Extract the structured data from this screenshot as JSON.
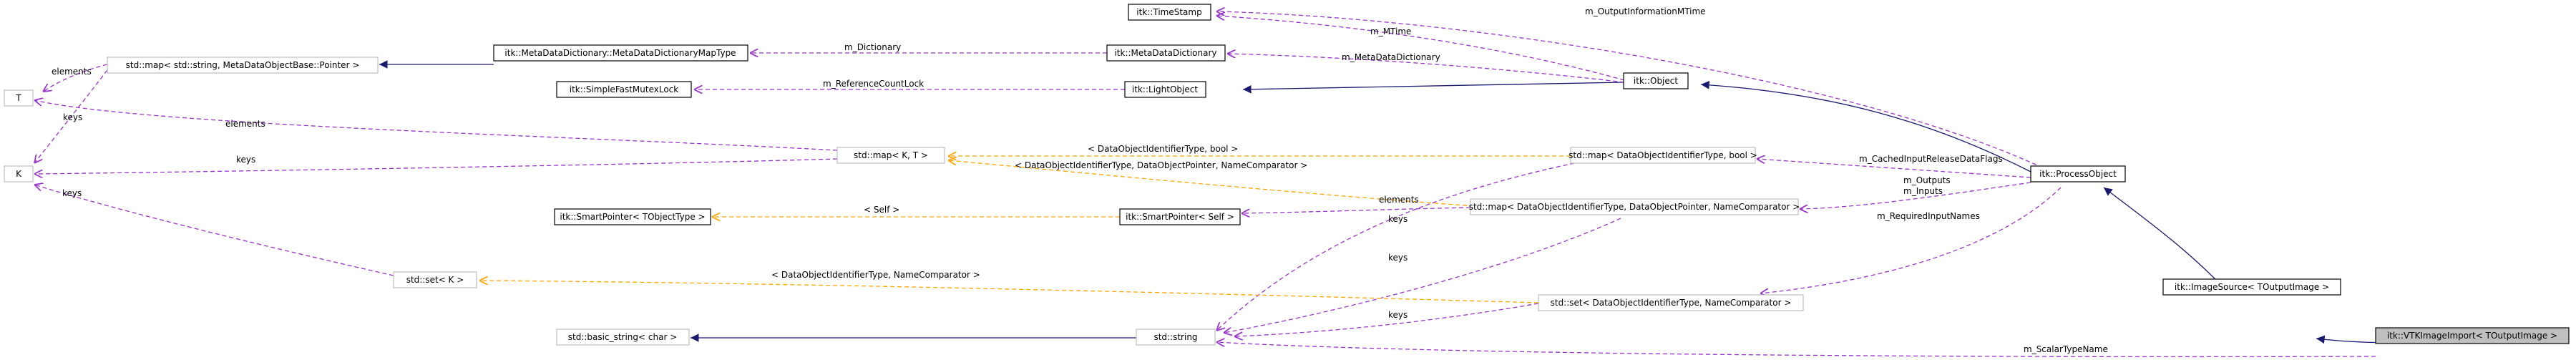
{
  "colors": {
    "inheritance": "#191970",
    "usage": "#9a32cd",
    "template": "#ffa500",
    "weak_border": "#bfbfbf",
    "focus_fill": "#bfbfbf"
  },
  "nodes": {
    "vtk_image_import": "itk::VTKImageImport< TOutputImage >",
    "image_source": "itk::ImageSource< TOutputImage >",
    "process_object": "itk::ProcessObject",
    "object": "itk::Object",
    "light_object": "itk::LightObject",
    "simple_fast_mutex_lock": "itk::SimpleFastMutexLock",
    "time_stamp": "itk::TimeStamp",
    "meta_data_dictionary": "itk::MetaDataDictionary",
    "meta_data_dictionary_map_type": "itk::MetaDataDictionary::MetaDataDictionaryMapType",
    "std_map_string_pointer": "std::map< std::string, MetaDataObjectBase::Pointer >",
    "T": "T",
    "K": "K",
    "std_map_K_T": "std::map< K, T >",
    "std_map_id_bool": "std::map< DataObjectIdentifierType, bool >",
    "std_map_id_pointer": "std::map< DataObjectIdentifierType, DataObjectPointer, NameComparator >",
    "smart_pointer_self": "itk::SmartPointer< Self >",
    "smart_pointer_t": "itk::SmartPointer< TObjectType >",
    "std_set_K": "std::set< K >",
    "std_set_id": "std::set< DataObjectIdentifierType, NameComparator >",
    "std_string": "std::string",
    "std_basic_string": "std::basic_string< char >"
  },
  "edge_labels": {
    "scalar_type_name": "m_ScalarTypeName",
    "output_info_mtime": "m_OutputInformationMTime",
    "mtime": "m_MTime",
    "meta_data_dictionary": "m_MetaDataDictionary",
    "dictionary": "m_Dictionary",
    "reference_count_lock": "m_ReferenceCountLock",
    "elements_map_string": "elements",
    "keys_map_string": "keys",
    "elements_map_kt": "elements",
    "keys_map_kt": "keys",
    "keys_set_k": "keys",
    "cached_input_release": "m_CachedInputReleaseDataFlags",
    "outputs_inputs": "m_Outputs\nm_Inputs",
    "required_input_names": "m_RequiredInputNames",
    "elements_smart_pointer": "elements",
    "keys_map_bool": "keys",
    "keys_map_pointer": "keys",
    "keys_set_id": "keys",
    "tpl_id_bool": "< DataObjectIdentifierType, bool >",
    "tpl_id_pointer": "< DataObjectIdentifierType, DataObjectPointer, NameComparator >",
    "tpl_self": "< Self >",
    "tpl_id_namecomp": "< DataObjectIdentifierType, NameComparator >"
  }
}
